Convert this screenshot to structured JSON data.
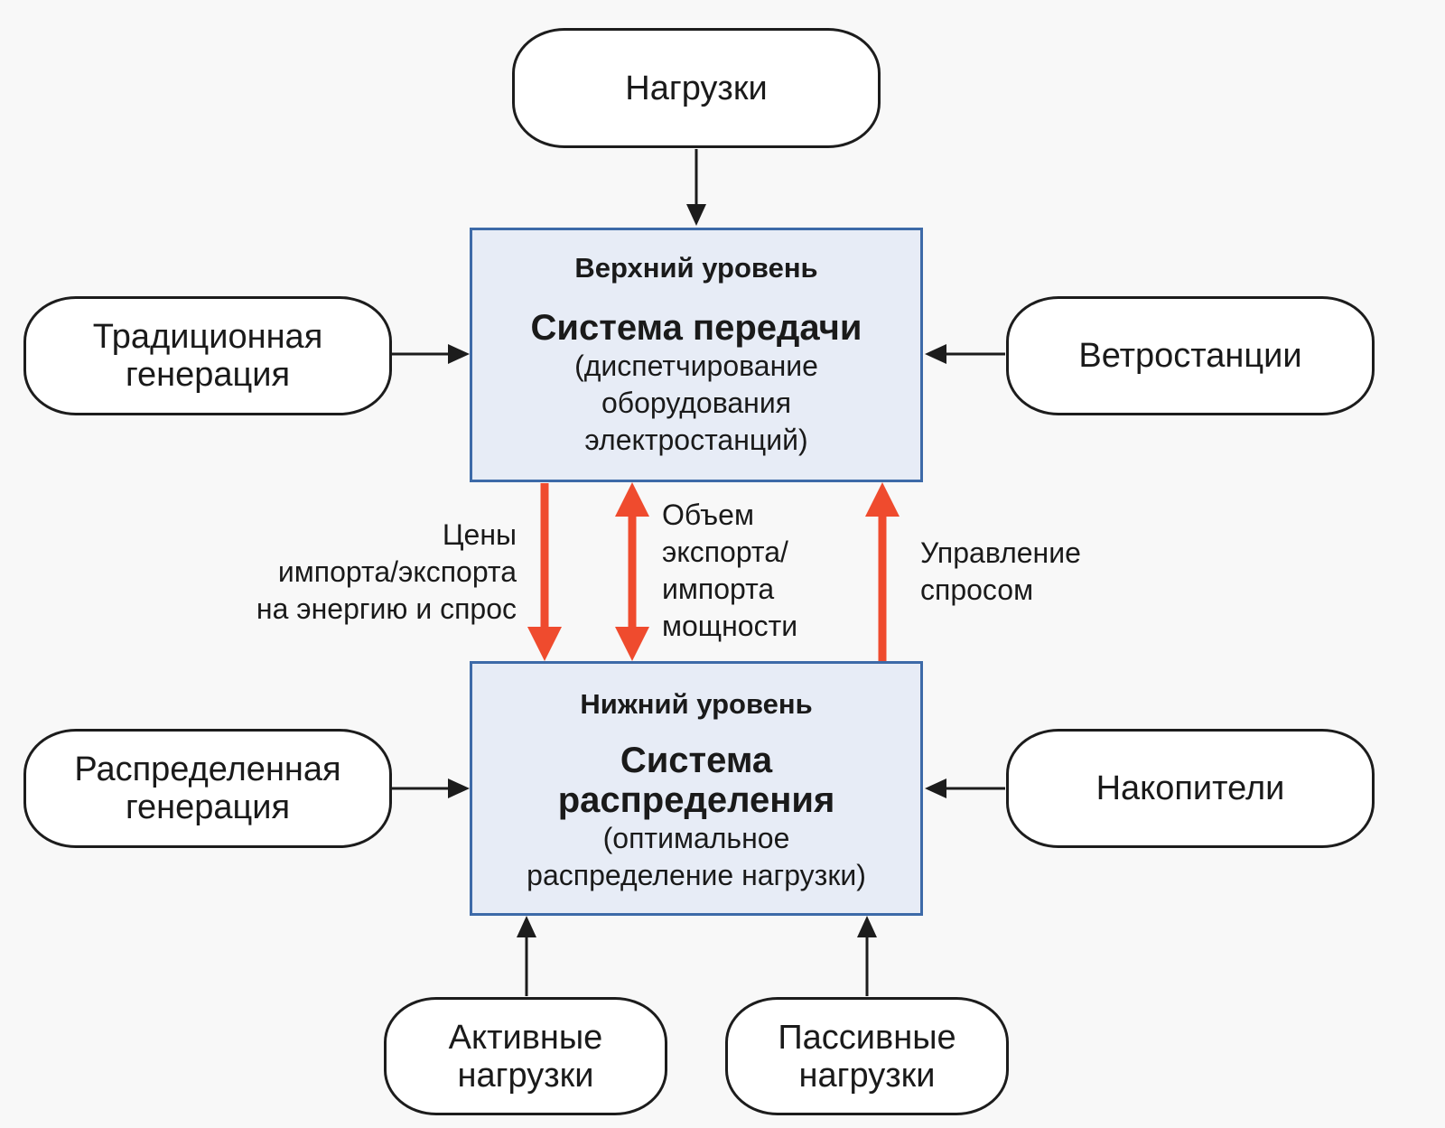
{
  "nodes": {
    "loads": [
      "Нагрузки"
    ],
    "traditional": [
      "Традиционная",
      "генерация"
    ],
    "wind": [
      "Ветростанции"
    ],
    "distributed": [
      "Распределенная",
      "генерация"
    ],
    "storage": [
      "Накопители"
    ],
    "active_loads": [
      "Активные",
      "нагрузки"
    ],
    "passive_loads": [
      "Пассивные",
      "нагрузки"
    ]
  },
  "upper": {
    "level": "Верхний уровень",
    "name": "Система передачи",
    "desc": [
      "(диспетчирование",
      "оборудования",
      "электростанций)"
    ]
  },
  "lower": {
    "level": "Нижний уровень",
    "name": [
      "Система",
      "распределения"
    ],
    "desc": [
      "(оптимальное",
      "распределение нагрузки)"
    ]
  },
  "flows": {
    "prices": [
      "Цены",
      "импорта/экспорта",
      "на энергию и спрос"
    ],
    "volume": [
      "Объем",
      "экспорта/",
      "импорта",
      "мощности"
    ],
    "demand": [
      "Управление",
      "спросом"
    ]
  },
  "colors": {
    "box_fill": "#e7ecf6",
    "box_border": "#3d6aa8",
    "arrow_red": "#ef4b2e",
    "arrow_black": "#1c1c1c"
  }
}
